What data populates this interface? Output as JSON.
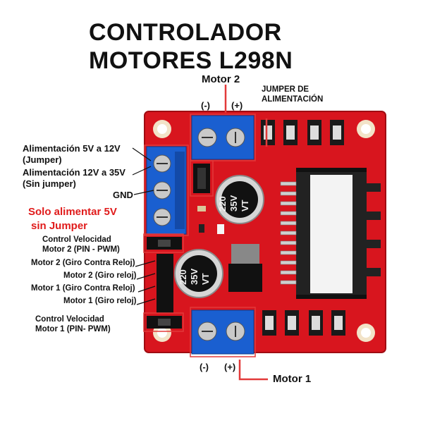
{
  "title": {
    "line1": "CONTROLADOR",
    "line2": "MOTORES L298N"
  },
  "labels": {
    "motor2": "Motor 2",
    "motor1": "Motor 1",
    "minus_top": "(-)",
    "plus_top": "(+)",
    "minus_bottom": "(-)",
    "plus_bottom": "(+)",
    "jumper_alimentacion_1": "JUMPER DE",
    "jumper_alimentacion_2": "ALIMENTACIÓN",
    "alim_5_12_1": "Alimentación 5V a 12V",
    "alim_5_12_2": "(Jumper)",
    "alim_12_35_1": "Alimentación 12V a 35V",
    "alim_12_35_2": "(Sin jumper)",
    "gnd": "GND",
    "solo_5v_1": "Solo alimentar 5V",
    "solo_5v_2": "sin Jumper",
    "ctrl_vel_m2_1": "Control Velocidad",
    "ctrl_vel_m2_2": "Motor 2 (PIN - PWM)",
    "m2_contra": "Motor 2 (Giro Contra Reloj)",
    "m2_giro": "Motor 2 (Giro reloj)",
    "m1_contra": "Motor 1 (Giro Contra Reloj)",
    "m1_giro": "Motor 1 (Giro reloj)",
    "ctrl_vel_m1_1": "Control Velocidad",
    "ctrl_vel_m1_2": "Motor 1 (PIN- PWM)"
  },
  "board": {
    "cap_text_1": "220",
    "cap_text_2": "35V",
    "cap_text_3": "VT"
  },
  "colors": {
    "board": "#d8151e",
    "terminal": "#1a5fd0",
    "highlight": "#e23a3a"
  }
}
